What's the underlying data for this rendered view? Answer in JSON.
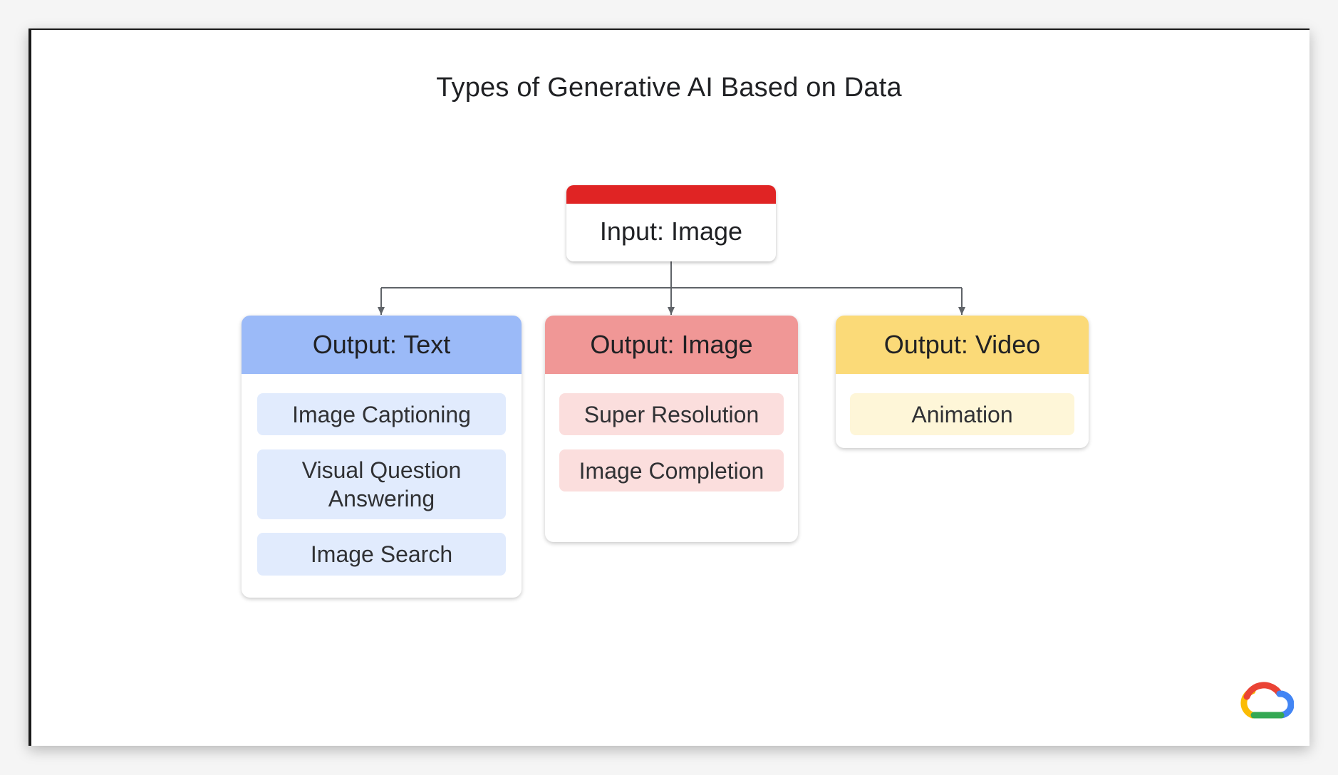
{
  "slide": {
    "title": "Types of Generative AI Based on Data"
  },
  "input_node": {
    "label": "Input: Image",
    "accent_color": "#e02424"
  },
  "output_groups": [
    {
      "label": "Output: Text",
      "header_color": "#9bbaf8",
      "item_color": "#e1ebfd",
      "items": [
        {
          "label": "Image Captioning"
        },
        {
          "label": "Visual Question Answering"
        },
        {
          "label": "Image Search"
        }
      ]
    },
    {
      "label": "Output: Image",
      "header_color": "#f09796",
      "item_color": "#fbdedd",
      "items": [
        {
          "label": "Super Resolution"
        },
        {
          "label": "Image Completion"
        }
      ]
    },
    {
      "label": "Output: Video",
      "header_color": "#fbda78",
      "item_color": "#fef6d8",
      "items": [
        {
          "label": "Animation"
        }
      ]
    }
  ],
  "logo": {
    "icon": "google-cloud-logo-icon"
  }
}
